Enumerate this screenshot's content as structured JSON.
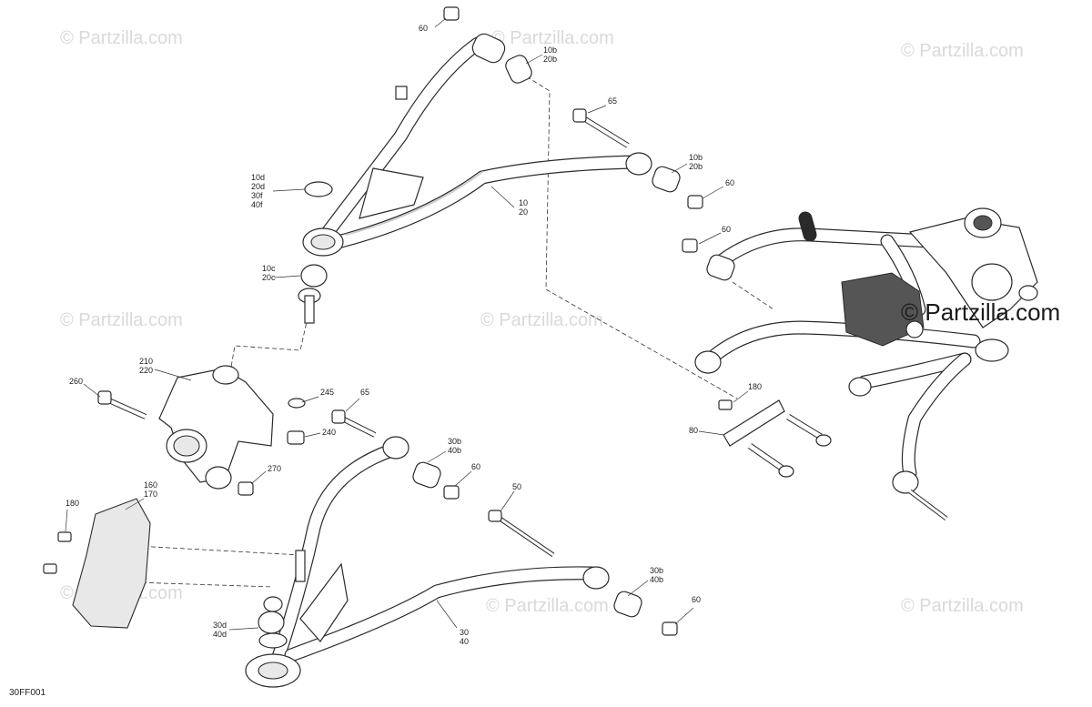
{
  "watermark": {
    "text": "© Partzilla.com",
    "main_text": "© Partzilla.com"
  },
  "diagram_code": "30FF001",
  "callouts": [
    {
      "id": "c1",
      "lines": [
        "60"
      ]
    },
    {
      "id": "c2",
      "lines": [
        "10b",
        "20b"
      ]
    },
    {
      "id": "c3",
      "lines": [
        "65"
      ]
    },
    {
      "id": "c4",
      "lines": [
        "10b",
        "20b"
      ]
    },
    {
      "id": "c5",
      "lines": [
        "60"
      ]
    },
    {
      "id": "c6",
      "lines": [
        "10d",
        "20d",
        "30f",
        "40f"
      ]
    },
    {
      "id": "c7",
      "lines": [
        "10",
        "20"
      ]
    },
    {
      "id": "c8",
      "lines": [
        "10c",
        "20c"
      ]
    },
    {
      "id": "c9",
      "lines": [
        "60"
      ]
    },
    {
      "id": "c10",
      "lines": [
        "210",
        "220"
      ]
    },
    {
      "id": "c11",
      "lines": [
        "260"
      ]
    },
    {
      "id": "c12",
      "lines": [
        "245"
      ]
    },
    {
      "id": "c13",
      "lines": [
        "65"
      ]
    },
    {
      "id": "c14",
      "lines": [
        "240"
      ]
    },
    {
      "id": "c15",
      "lines": [
        "180"
      ]
    },
    {
      "id": "c16",
      "lines": [
        "80"
      ]
    },
    {
      "id": "c17",
      "lines": [
        "30b",
        "40b"
      ]
    },
    {
      "id": "c18",
      "lines": [
        "60"
      ]
    },
    {
      "id": "c19",
      "lines": [
        "270"
      ]
    },
    {
      "id": "c20",
      "lines": [
        "160",
        "170"
      ]
    },
    {
      "id": "c21",
      "lines": [
        "180"
      ]
    },
    {
      "id": "c22",
      "lines": [
        "50"
      ]
    },
    {
      "id": "c23",
      "lines": [
        "30b",
        "40b"
      ]
    },
    {
      "id": "c24",
      "lines": [
        "60"
      ]
    },
    {
      "id": "c25",
      "lines": [
        "30d",
        "40d"
      ]
    },
    {
      "id": "c26",
      "lines": [
        "30",
        "40"
      ]
    }
  ]
}
